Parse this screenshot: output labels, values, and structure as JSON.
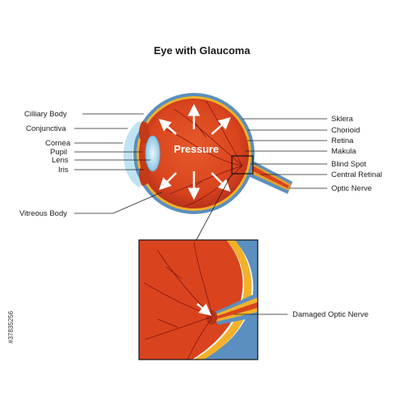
{
  "title": "Eye with Glaucoma",
  "pressure_label": "Pressure",
  "labels_left": {
    "cilliary_body": "Cilliary Body",
    "conjunctiva": "Conjunctiva",
    "cornea": "Cornea",
    "pupil": "Pupil",
    "lens": "Lens",
    "iris": "Iris",
    "vitreous_body": "Vitreous Body"
  },
  "labels_right": {
    "sklera": "Sklera",
    "chorioid": "Chorioid",
    "retina": "Retina",
    "makula": "Makula",
    "blind_spot": "Blind Spot",
    "central_retinal": "Central Retinal",
    "optic_nerve": "Optic Nerve"
  },
  "inset_label": "Damaged Optic Nerve",
  "stock_id": "#37835256",
  "colors": {
    "eye_red": "#d9441e",
    "eye_dark": "#b8311a",
    "sclera_blue": "#5a8fc0",
    "retina_yellow": "#f2b12a",
    "cornea_light": "#bfe3f3",
    "nerve_orange": "#e6a12f"
  }
}
